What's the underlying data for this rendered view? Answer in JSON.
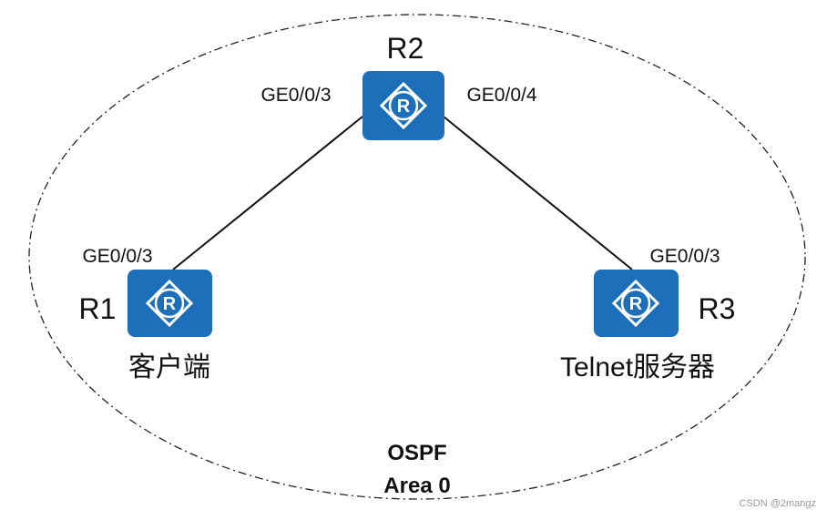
{
  "diagram": {
    "routers": [
      {
        "id": "r1",
        "name": "R1",
        "role": "客户端",
        "interface": "GE0/0/3"
      },
      {
        "id": "r2",
        "name": "R2",
        "interfaces": [
          "GE0/0/3",
          "GE0/0/4"
        ]
      },
      {
        "id": "r3",
        "name": "R3",
        "role": "Telnet服务器",
        "interface": "GE0/0/3"
      }
    ],
    "links": [
      {
        "from": "r1",
        "to": "r2"
      },
      {
        "from": "r2",
        "to": "r3"
      }
    ],
    "area": {
      "protocol": "OSPF",
      "name": "Area 0"
    },
    "colors": {
      "router_fill": "#1e6fba",
      "link": "#111111",
      "boundary": "#222222"
    },
    "router_icon": "router-icon"
  },
  "watermark": "CSDN @2mangz"
}
